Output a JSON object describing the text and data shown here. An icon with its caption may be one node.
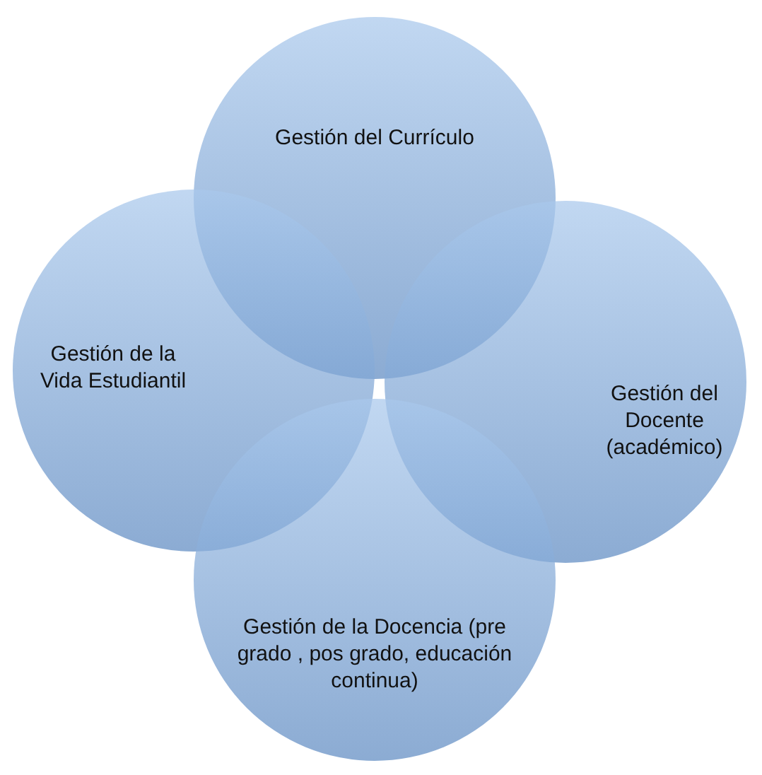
{
  "diagram": {
    "nodes": [
      {
        "text": [
          "Gestión del Currículo"
        ]
      },
      {
        "text": [
          "Gestión de la Vida Estudiantil"
        ]
      },
      {
        "text": [
          "Gestión del Docente (académico)"
        ]
      },
      {
        "text": [
          "Gestión de la Docencia (pre grado , pos grado, educación continua)"
        ]
      }
    ]
  }
}
